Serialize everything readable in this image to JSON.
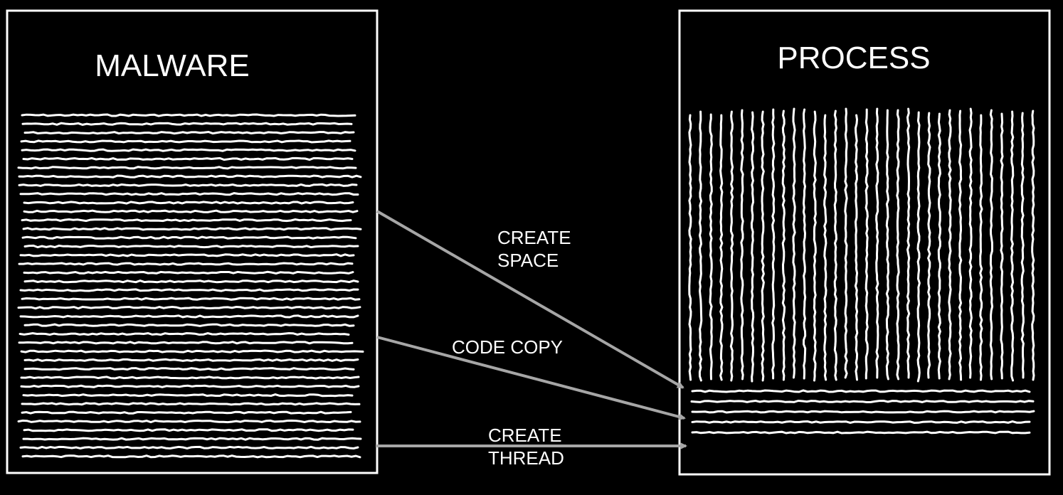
{
  "malware": {
    "title": "MALWARE"
  },
  "process": {
    "title": "PROCESS"
  },
  "steps": [
    {
      "line1": "CREATE",
      "line2": "SPACE"
    },
    {
      "line1": "CODE COPY",
      "line2": ""
    },
    {
      "line1": "CREATE",
      "line2": "THREAD"
    }
  ],
  "colors": {
    "background": "#000000",
    "box_border": "#ffffff",
    "arrow": "#a6a6a6",
    "stroke_texture": "#ffffff"
  }
}
